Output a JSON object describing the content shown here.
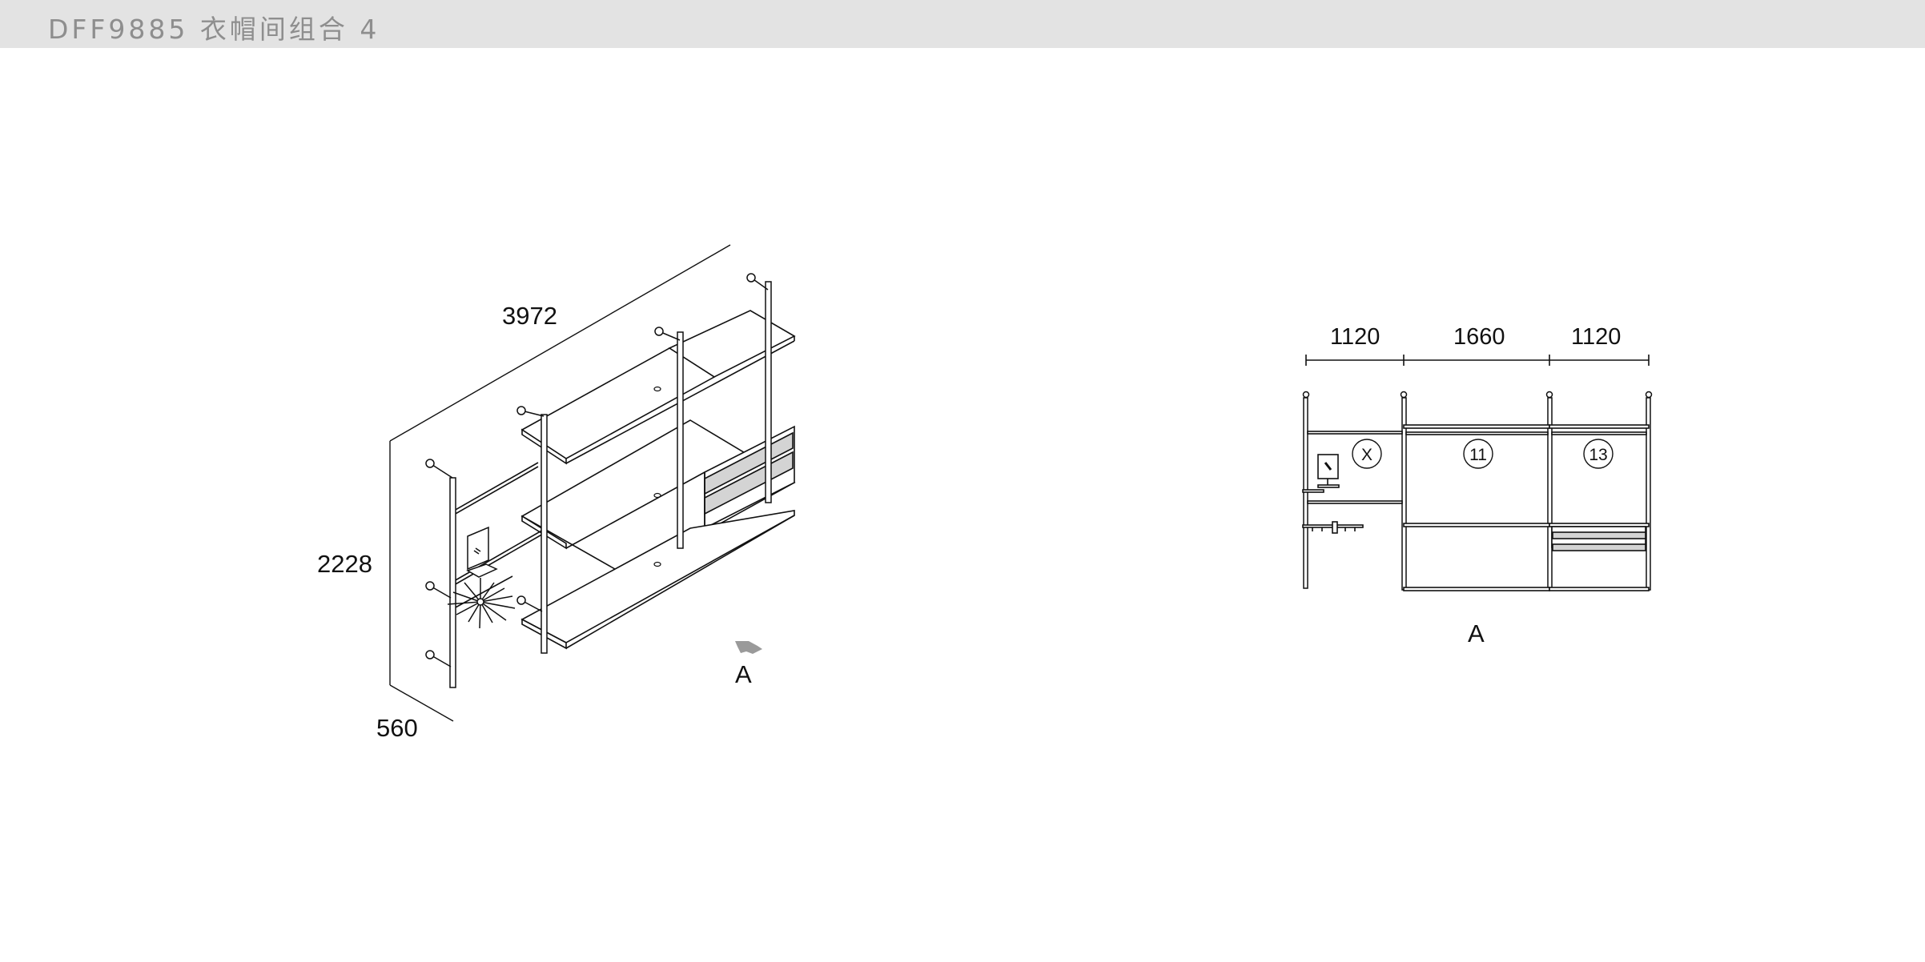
{
  "header": {
    "title": "DFF9885 衣帽间组合 4",
    "background": "#e3e3e3",
    "text_color": "#8e8e8e"
  },
  "isometric_view": {
    "dimensions": {
      "width": "3972",
      "height": "2228",
      "depth": "560"
    },
    "view_arrow_label": "A",
    "arrow_color": "#9a9a9a",
    "drawer_fill": "#d4d4d4"
  },
  "elevation_view": {
    "label": "A",
    "bays": [
      {
        "width": "1120",
        "callout": "X"
      },
      {
        "width": "1660",
        "callout": "11"
      },
      {
        "width": "1120",
        "callout": "13"
      }
    ],
    "drawer_fill": "#d4d4d4"
  }
}
